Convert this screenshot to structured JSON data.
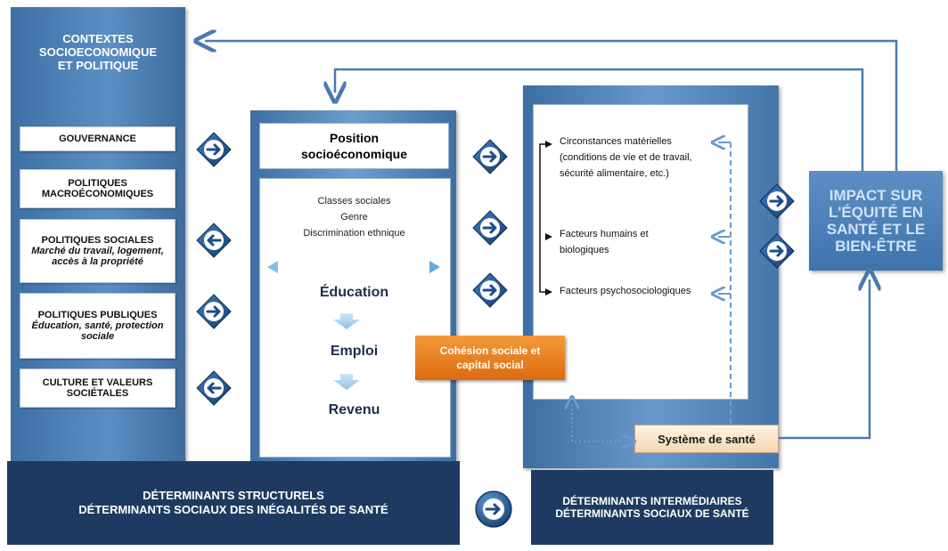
{
  "left": {
    "title": "CONTEXTES\nSOCIOECONOMIQUE\nET POLITIQUE",
    "boxes": [
      {
        "label": "GOUVERNANCE",
        "sub": ""
      },
      {
        "label": "POLITIQUES MACROÉCONOMIQUES",
        "sub": ""
      },
      {
        "label": "POLITIQUES SOCIALES",
        "sub": "Marché du travail, logement, accès à la propriété"
      },
      {
        "label": "POLITIQUES PUBLIQUES",
        "sub": "Éducation, santé, protection sociale"
      },
      {
        "label": "CULTURE ET VALEURS SOCIÉTALES",
        "sub": ""
      }
    ]
  },
  "middle": {
    "position_title": "Position socioéconomique",
    "social_list": [
      "Classes sociales",
      "Genre",
      "Discrimination ethnique"
    ],
    "chain": [
      "Éducation",
      "Emploi",
      "Revenu"
    ]
  },
  "right": {
    "items": [
      "Circonstances matérielles (conditions de vie et de travail, sécurité alimentaire, etc.)",
      "Facteurs humains et biologiques",
      "Facteurs psychosociologiques"
    ]
  },
  "cohesion": "Cohésion sociale et capital social",
  "system_sante": "Système de santé",
  "impact": "IMPACT SUR L'ÉQUITÉ EN SANTÉ ET LE BIEN-ÊTRE",
  "bottom_left": "DÉTERMINANTS STRUCTURELS\nDÉTERMINANTS SOCIAUX DES INÉGALITÉS DE SANTÉ",
  "bottom_right": "DÉTERMINANTS INTERMÉDIAIRES\nDÉTERMINANTS SOCIAUX DE SANTÉ",
  "colors": {
    "panel": "#4f82b8",
    "navy": "#1f3a60",
    "orange": "#e6761f",
    "arrow_line": "#4a79b0"
  }
}
